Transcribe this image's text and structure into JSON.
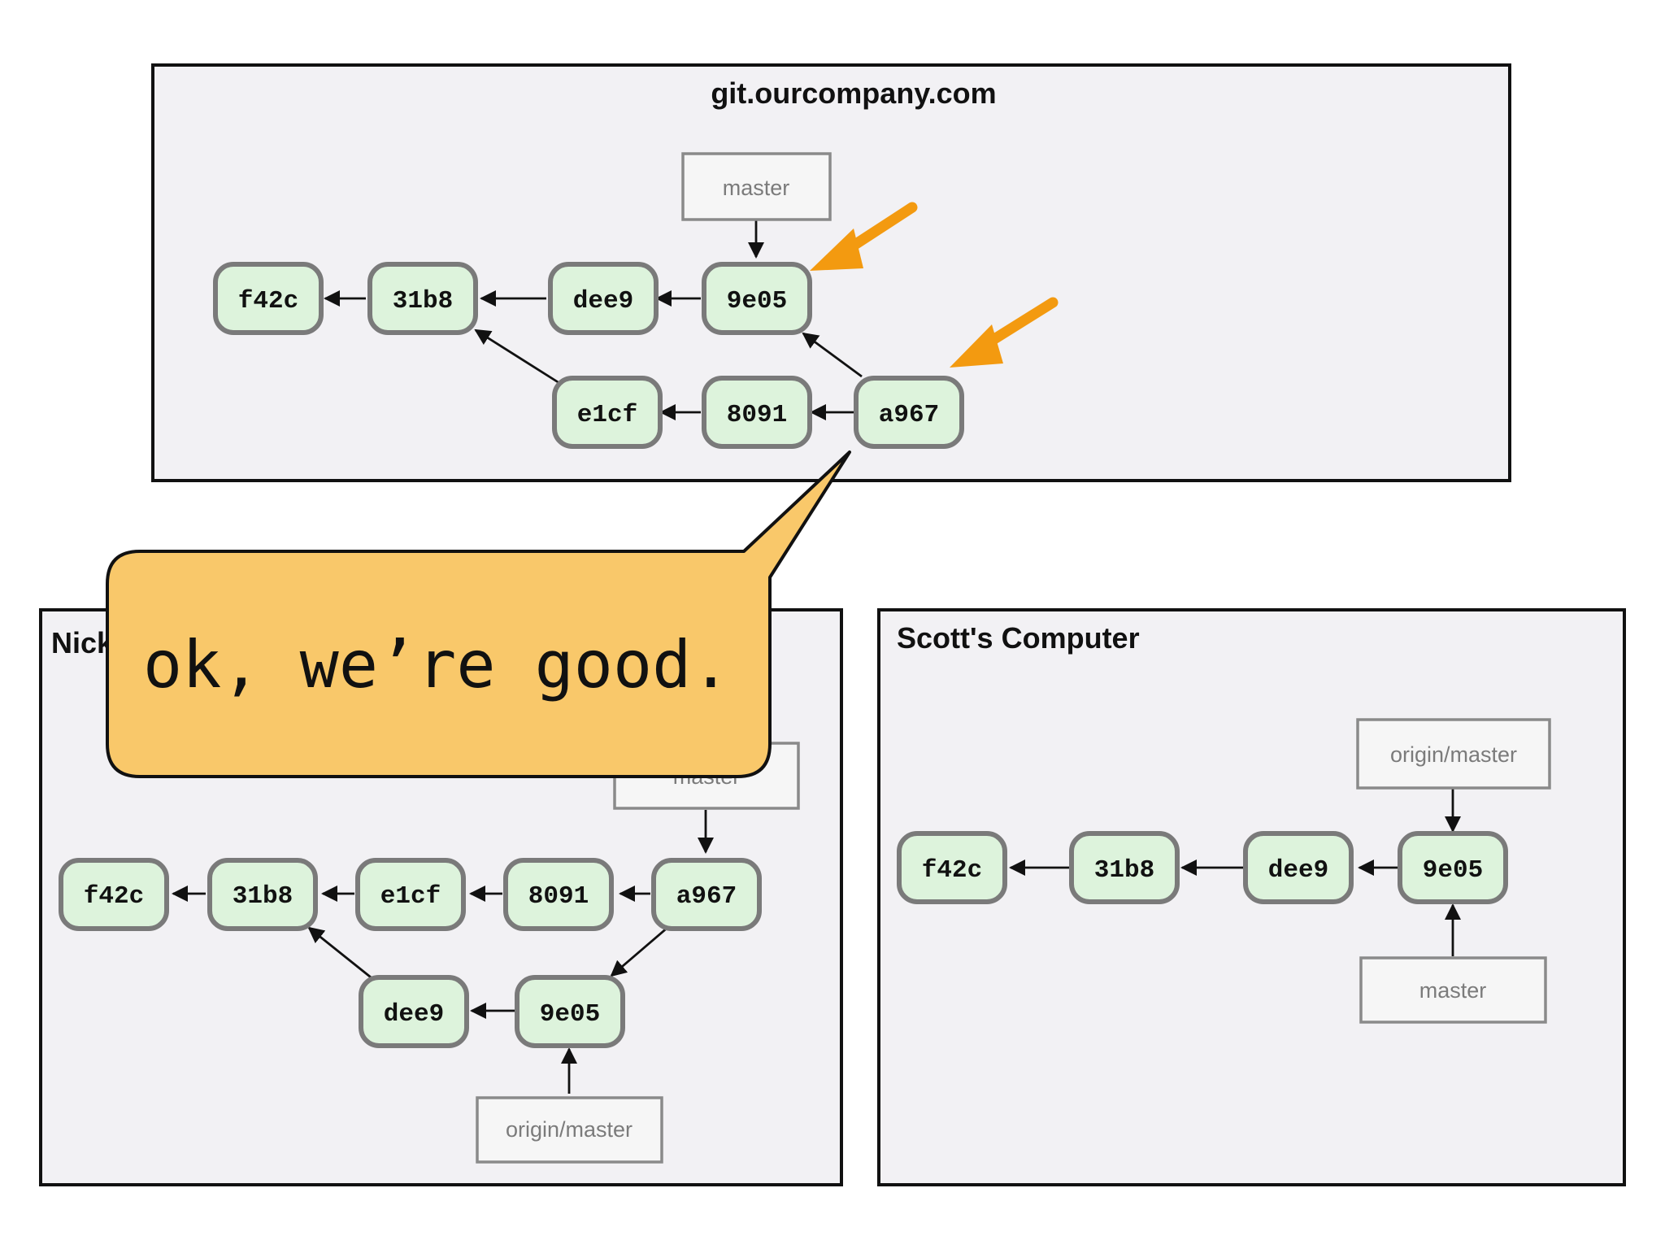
{
  "colors": {
    "commit_fill": "#ddf3dc",
    "commit_border": "#7a7a7a",
    "panel_fill": "#f2f1f4",
    "bubble_fill": "#f9c86a",
    "pointer_arrow": "#f39a10"
  },
  "server": {
    "title": "git.ourcompany.com",
    "refs": {
      "master": "master"
    },
    "commits": {
      "f42c": "f42c",
      "31b8": "31b8",
      "dee9": "dee9",
      "9e05": "9e05",
      "e1cf": "e1cf",
      "8091": "8091",
      "a967": "a967"
    },
    "highlight_icon": "orange-arrow-icon"
  },
  "nick": {
    "title": "Nick's Computer",
    "refs": {
      "master": "master",
      "origin_master": "origin/master"
    },
    "commits": {
      "f42c": "f42c",
      "31b8": "31b8",
      "e1cf": "e1cf",
      "8091": "8091",
      "a967": "a967",
      "dee9": "dee9",
      "9e05": "9e05"
    }
  },
  "scott": {
    "title": "Scott's Computer",
    "refs": {
      "origin_master": "origin/master",
      "master": "master"
    },
    "commits": {
      "f42c": "f42c",
      "31b8": "31b8",
      "dee9": "dee9",
      "9e05": "9e05"
    }
  },
  "bubble": {
    "text": "ok, we’re good."
  }
}
